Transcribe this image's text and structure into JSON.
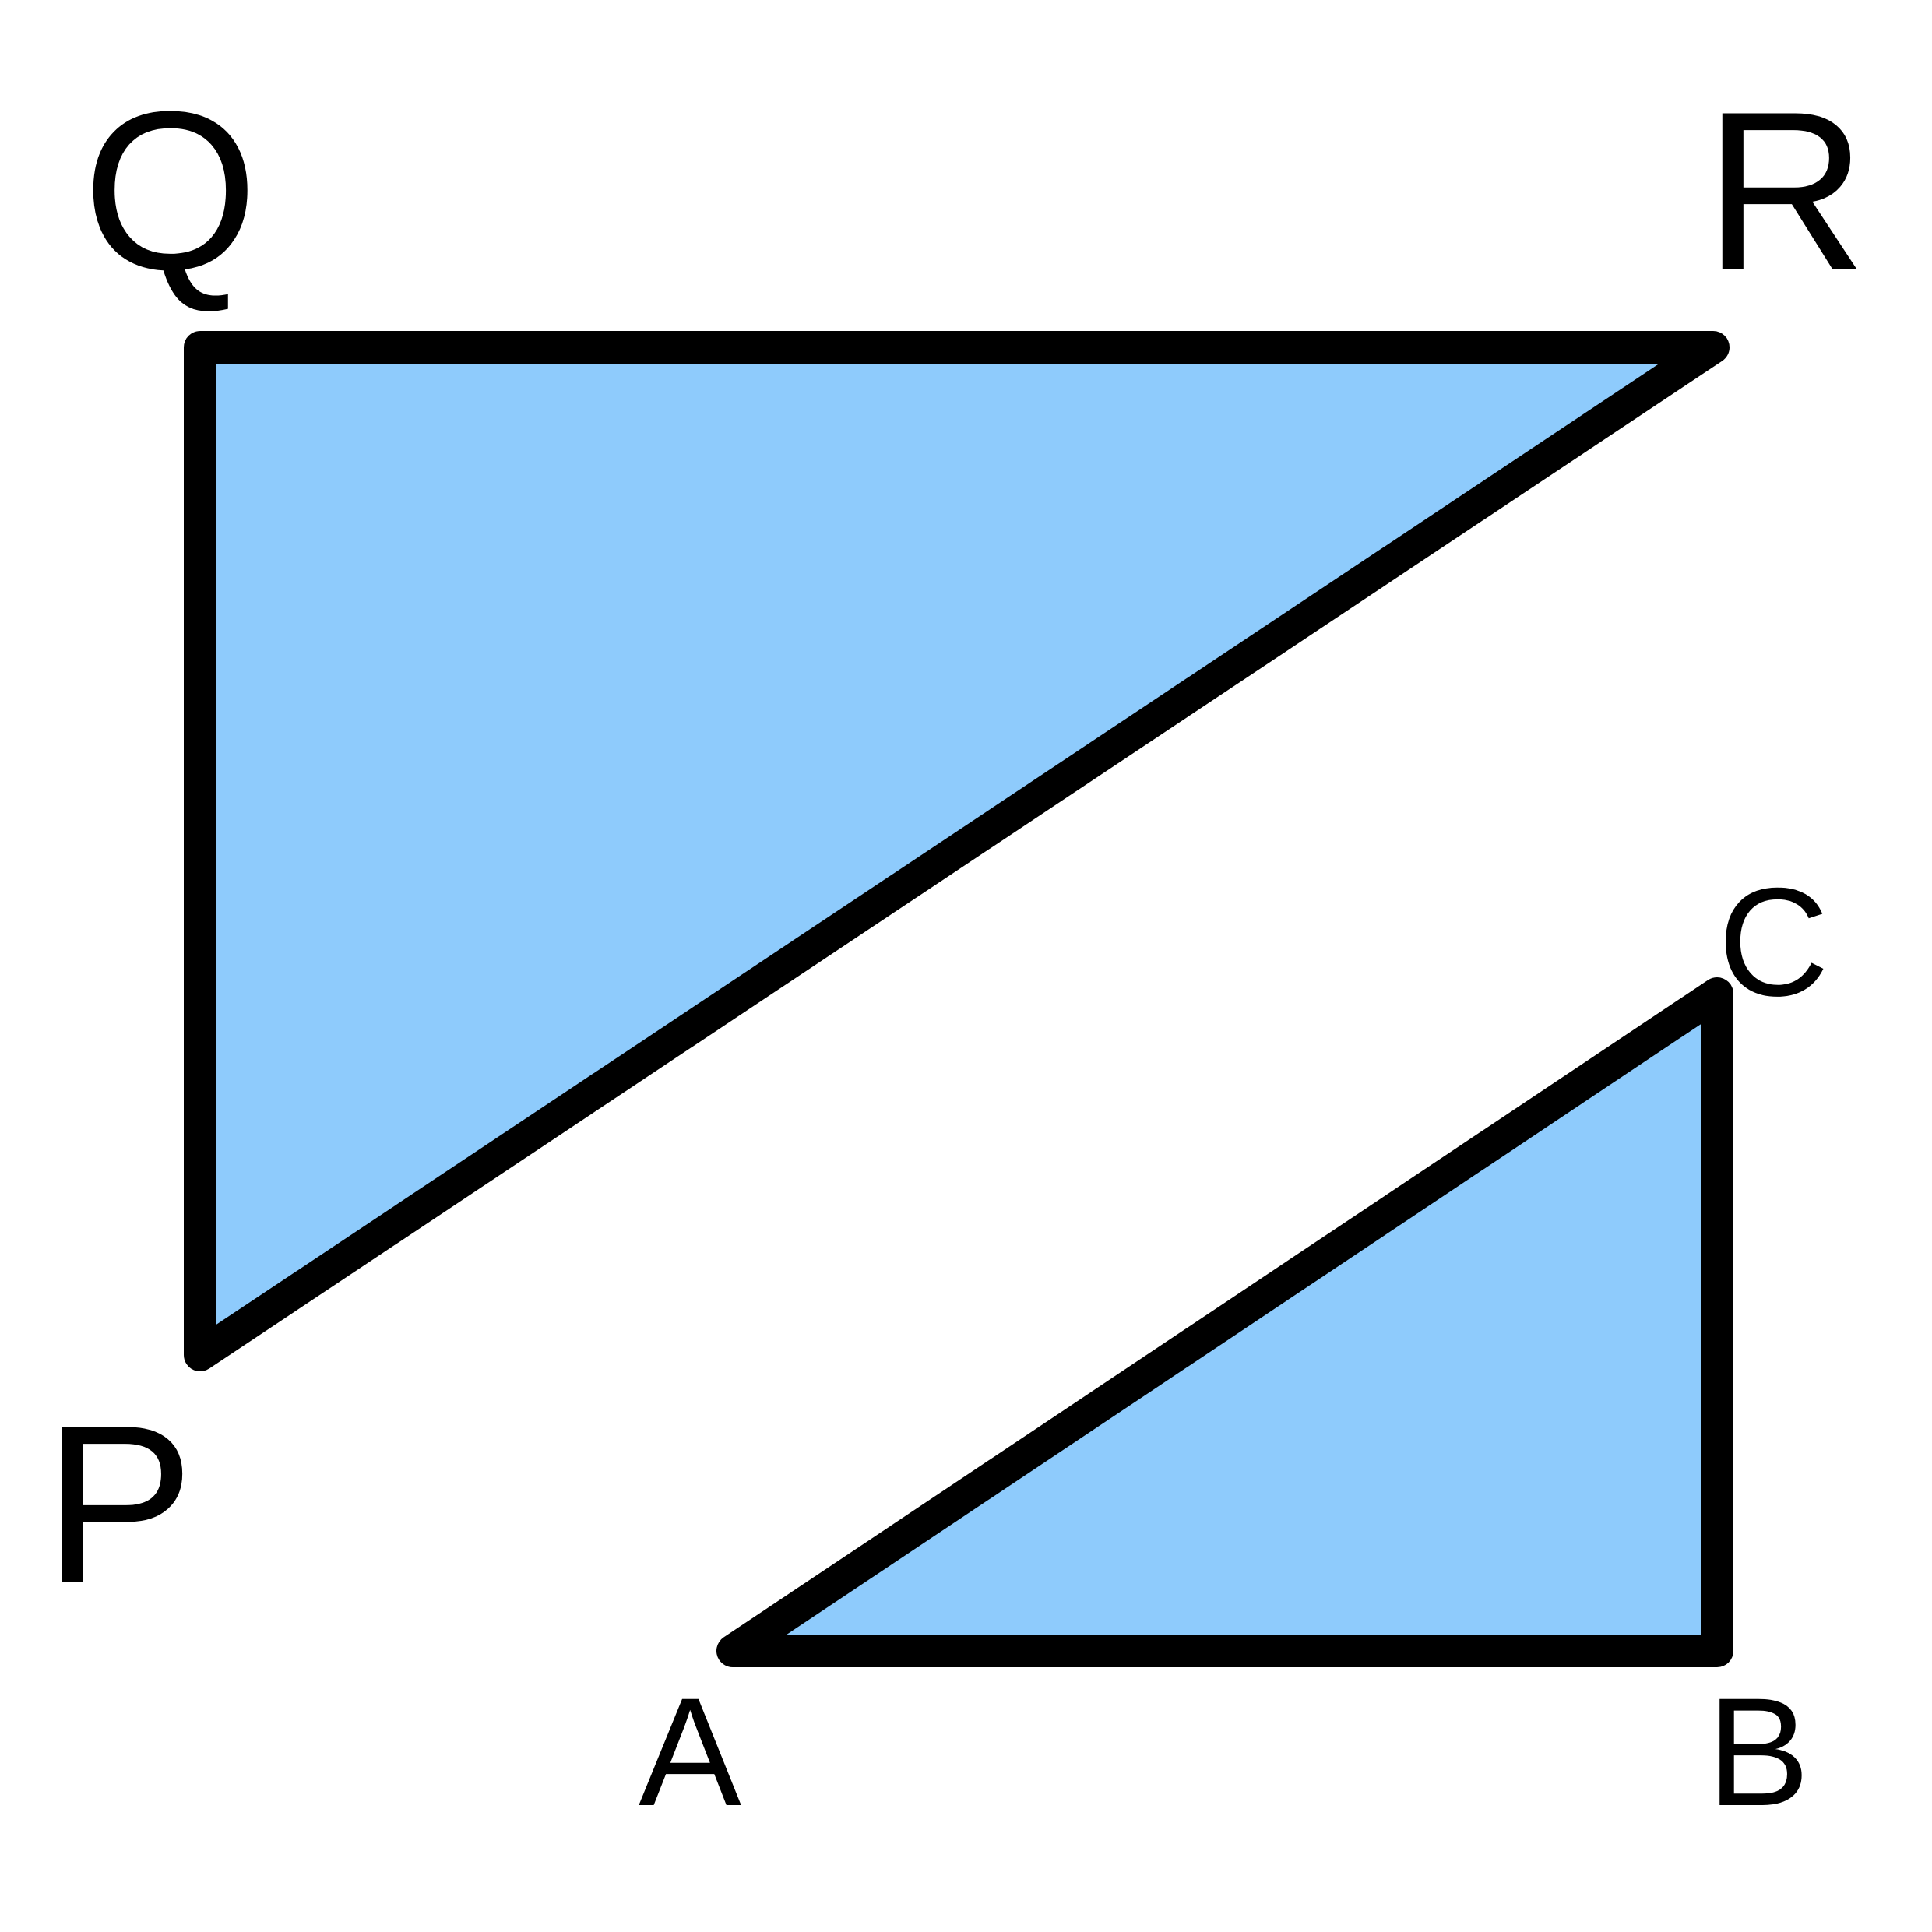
{
  "diagram": {
    "fill_color": "#8ecbfc",
    "stroke_color": "#000000",
    "large_triangle": {
      "vertices": [
        "P",
        "Q",
        "R"
      ]
    },
    "small_triangle": {
      "vertices": [
        "A",
        "B",
        "C"
      ]
    },
    "labels": {
      "P": "P",
      "Q": "Q",
      "R": "R",
      "A": "A",
      "B": "B",
      "C": "C"
    }
  }
}
